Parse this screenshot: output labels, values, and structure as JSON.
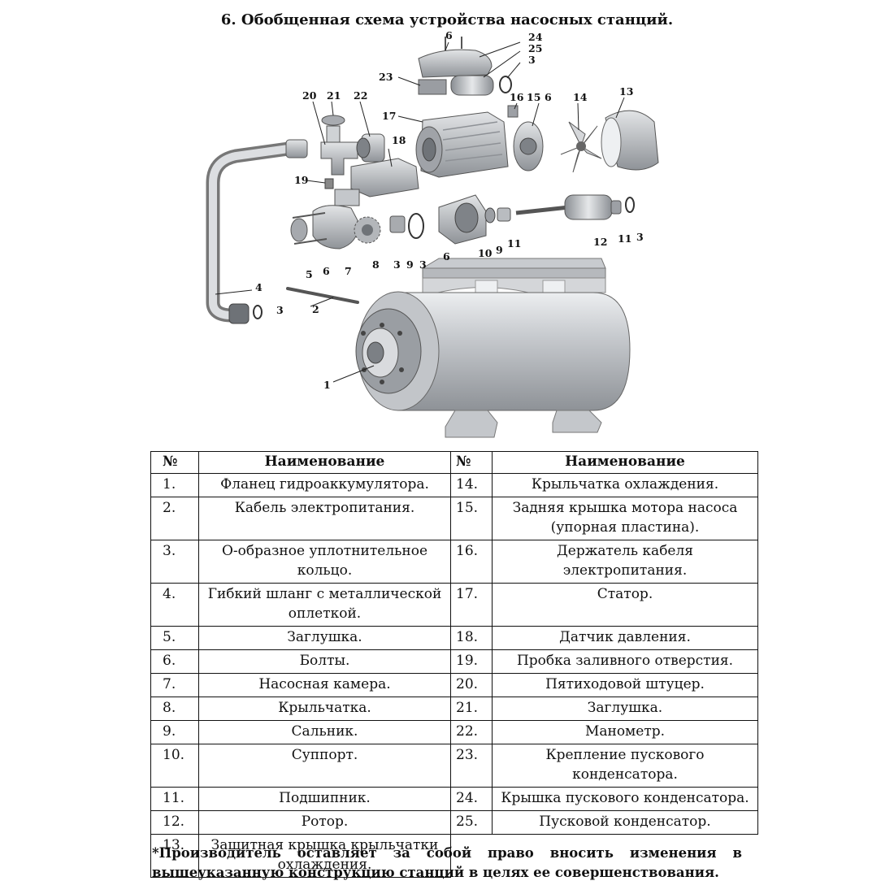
{
  "title": "6. Обобщенная схема устройства насосных станций.",
  "diagram_labels": [
    "1",
    "2",
    "3",
    "3",
    "3",
    "3",
    "3",
    "4",
    "5",
    "6",
    "6",
    "6",
    "6",
    "7",
    "8",
    "9",
    "9",
    "10",
    "11",
    "11",
    "12",
    "13",
    "14",
    "15",
    "16",
    "17",
    "18",
    "19",
    "20",
    "21",
    "22",
    "23",
    "24",
    "25"
  ],
  "table": {
    "header_num": "№",
    "header_name": "Наименование",
    "rows": [
      {
        "n1": "1.",
        "t1": "Фланец гидроаккумулятора.",
        "n2": "14.",
        "t2": "Крыльчатка охлаждения."
      },
      {
        "n1": "2.",
        "t1": "Кабель электропитания.",
        "n2": "15.",
        "t2": "Задняя крышка мотора насоса (упорная пластина)."
      },
      {
        "n1": "3.",
        "t1": "О-образное уплотнительное кольцо.",
        "n2": "16.",
        "t2": "Держатель кабеля электропитания."
      },
      {
        "n1": "4.",
        "t1": "Гибкий шланг с металлической оплеткой.",
        "n2": "17.",
        "t2": "Статор."
      },
      {
        "n1": "5.",
        "t1": "Заглушка.",
        "n2": "18.",
        "t2": "Датчик давления."
      },
      {
        "n1": "6.",
        "t1": "Болты.",
        "n2": "19.",
        "t2": "Пробка заливного отверстия."
      },
      {
        "n1": "7.",
        "t1": "Насосная камера.",
        "n2": "20.",
        "t2": "Пятиходовой штуцер."
      },
      {
        "n1": "8.",
        "t1": "Крыльчатка.",
        "n2": "21.",
        "t2": "Заглушка."
      },
      {
        "n1": "9.",
        "t1": "Сальник.",
        "n2": "22.",
        "t2": "Манометр."
      },
      {
        "n1": "10.",
        "t1": "Суппорт.",
        "n2": "23.",
        "t2": "Крепление пускового конденсатора."
      },
      {
        "n1": "11.",
        "t1": "Подшипник.",
        "n2": "24.",
        "t2": "Крышка пускового конденсатора."
      },
      {
        "n1": "12.",
        "t1": "Ротор.",
        "n2": "25.",
        "t2": "Пусковой конденсатор."
      },
      {
        "n1": "13.",
        "t1": "Защитная крышка крыльчатки охлаждения.",
        "n2": "",
        "t2": ""
      }
    ]
  },
  "note_line1": "*Производитель оставляет за собой право вносить изменения в",
  "note_line2": "вышеуказанную конструкцию станций в целях ее совершенствования."
}
